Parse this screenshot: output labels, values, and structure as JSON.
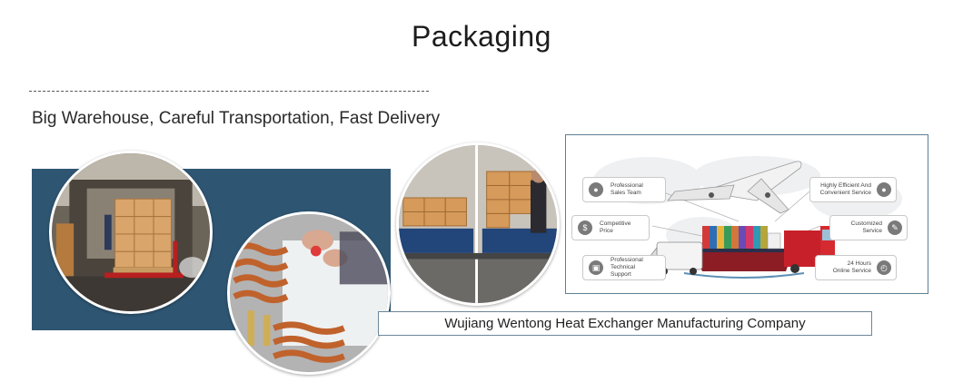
{
  "heading": "Packaging",
  "subtitle": "Big Warehouse, Careful Transportation, Fast Delivery",
  "company_name": "Wujiang Wentong Heat Exchanger Manufacturing Company",
  "photos": [
    {
      "subject": "warehouse-pallet-photo"
    },
    {
      "subject": "copper-coil-packing-photo"
    },
    {
      "subject": "truck-loading-photo"
    }
  ],
  "services": {
    "professional_sales_team": {
      "line1": "Professional",
      "line2": "Sales Team",
      "icon": "team-icon"
    },
    "competitive_price": {
      "line1": "Competitive",
      "line2": "Price",
      "icon": "price-icon"
    },
    "technical_support": {
      "line1": "Professional",
      "line2": "Technical Support",
      "icon": "monitor-icon"
    },
    "efficient_service": {
      "line1": "Highly Efficient And",
      "line2": "Convenient Service",
      "icon": "people-icon"
    },
    "customized_service": {
      "line1": "Customized",
      "line2": "Service",
      "icon": "pencil-icon"
    },
    "online_service": {
      "line1": "24 Hours",
      "line2": "Online Service",
      "icon": "clock-24-icon"
    }
  },
  "colors": {
    "panel": "#2e5673",
    "border": "#5e7f94",
    "truck_red": "#c8202a"
  }
}
